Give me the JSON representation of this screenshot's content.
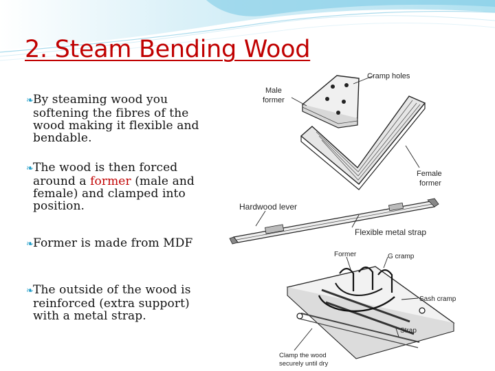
{
  "title": "2. Steam Bending Wood",
  "bullets": [
    {
      "text": "By steaming wood you softening the fibres of the wood making it flexible and bendable."
    },
    {
      "before": "The wood is then forced around a ",
      "highlight": "former",
      "after": " (male and female) and clamped into position."
    },
    {
      "text": "Former is made from MDF"
    },
    {
      "text": "The outside of the wood is reinforced (extra support)  with a metal strap."
    }
  ],
  "bullet_icon": "leaf-bullet-icon",
  "colors": {
    "title": "#c00000",
    "highlight": "#c00000",
    "bullet": "#1f9bc6",
    "wave": "#6ec8e4"
  },
  "figure1": {
    "cramp_holes": "Cramp holes",
    "male": "Male",
    "former_a": "former",
    "female": "Female",
    "former_b": "former"
  },
  "figure2": {
    "lever": "Hardwood lever",
    "strap": "Flexible metal strap"
  },
  "figure3": {
    "former": "Former",
    "g_cramp": "G cramp",
    "sash": "Sash cramp",
    "strap": "Strap",
    "clamp_1": "Clamp the wood",
    "clamp_2": "securely until dry"
  }
}
